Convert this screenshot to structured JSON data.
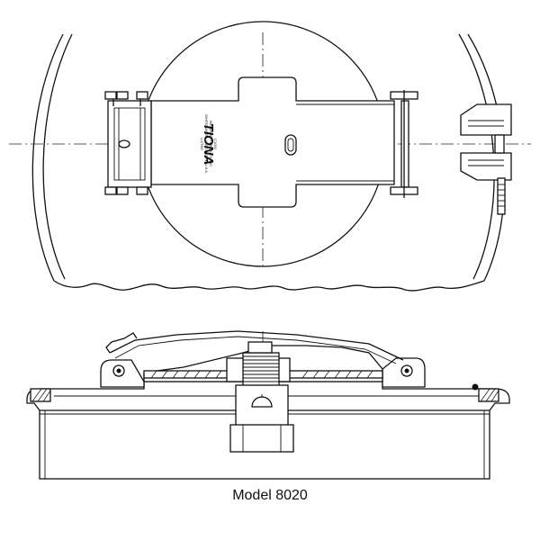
{
  "caption": "Model 8020",
  "brand_logo": "TIONA",
  "plate_text": [
    "C1000",
    "WELDING PRODUCTS, INC.",
    "WHITEWATER, WISCONSIN, U.S.A.",
    "LISTED"
  ],
  "views": [
    "top-view",
    "section-view"
  ]
}
